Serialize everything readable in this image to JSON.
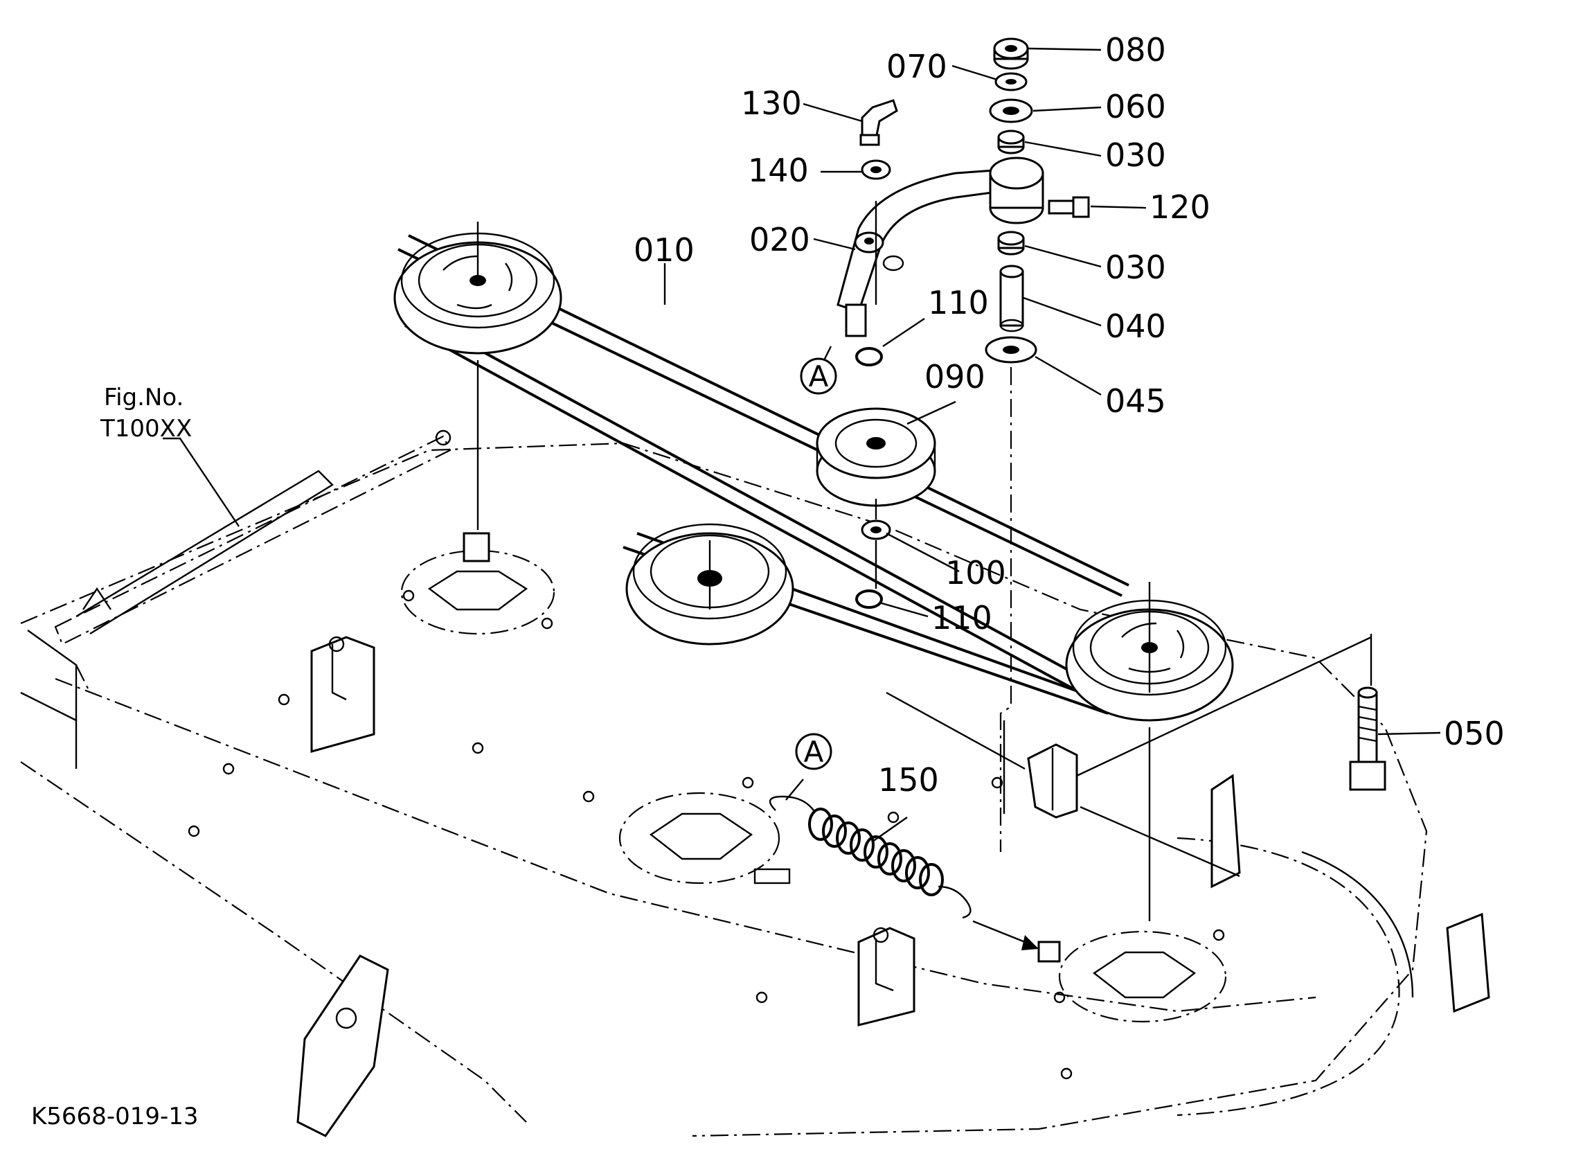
{
  "figure_ref": {
    "line1": "Fig.No.",
    "line2": "T100XX"
  },
  "figure_code": "K5668-019-13",
  "callouts": [
    {
      "id": "A_upper",
      "label": "A"
    },
    {
      "id": "A_lower",
      "label": "A"
    }
  ],
  "parts": [
    {
      "id": "p080",
      "label": "080"
    },
    {
      "id": "p070",
      "label": "070"
    },
    {
      "id": "p060",
      "label": "060"
    },
    {
      "id": "p130",
      "label": "130"
    },
    {
      "id": "p030a",
      "label": "030"
    },
    {
      "id": "p140",
      "label": "140"
    },
    {
      "id": "p120",
      "label": "120"
    },
    {
      "id": "p020",
      "label": "020"
    },
    {
      "id": "p010",
      "label": "010"
    },
    {
      "id": "p030b",
      "label": "030"
    },
    {
      "id": "p040",
      "label": "040"
    },
    {
      "id": "p110a",
      "label": "110"
    },
    {
      "id": "p090",
      "label": "090"
    },
    {
      "id": "p045",
      "label": "045"
    },
    {
      "id": "p100",
      "label": "100"
    },
    {
      "id": "p110b",
      "label": "110"
    },
    {
      "id": "p050",
      "label": "050"
    },
    {
      "id": "p150",
      "label": "150"
    }
  ]
}
